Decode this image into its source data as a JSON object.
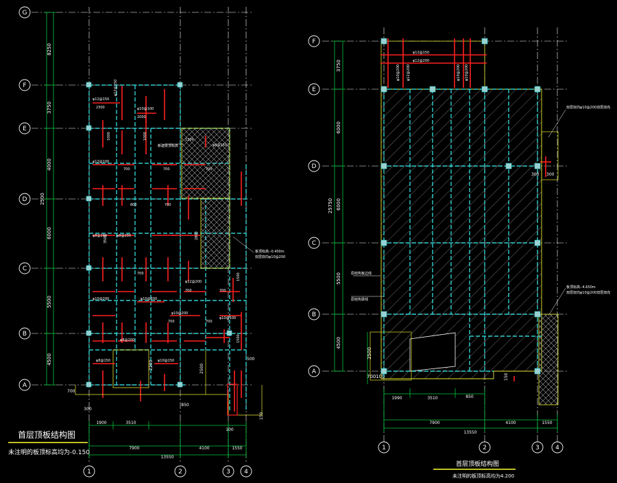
{
  "colors": {
    "background": "#000000",
    "axis": "#ffffff",
    "dim": "#00c83c",
    "beam": "#2fd0d0",
    "rebar": "#ff2020",
    "bubble": "#ffffff",
    "title": "#ffffff",
    "underline": "#ffff33",
    "label": "#ffffff",
    "hatch": "#9a9a9a",
    "outline": "#e8e830"
  },
  "left_plan": {
    "row_axes": [
      "G",
      "F",
      "E",
      "D",
      "C",
      "B",
      "A"
    ],
    "col_axes": [
      "1",
      "2",
      "3",
      "4"
    ],
    "vert_dims": [
      "8250",
      "3750",
      "4000",
      "2500",
      "6000",
      "5500",
      "4500"
    ],
    "bottom_dims_row1": [
      "1900",
      "3510",
      "850",
      "300",
      "100"
    ],
    "bottom_dims_row2": [
      "7900",
      "4100",
      "1550"
    ],
    "bottom_total": "13550",
    "extra_dims": [
      "700",
      "300",
      "2500",
      "2200",
      "150",
      "500"
    ],
    "rebar_labels": [
      "φ12@150",
      "φ12@100",
      "φ8@200",
      "φ10@200",
      "φ10@150",
      "φ8@150",
      "φ10@100",
      "φ12@200"
    ],
    "span_labels": [
      "2300",
      "2000",
      "1000",
      "700",
      "800",
      "1500",
      "1200",
      "2800",
      "3500"
    ],
    "note_top": "新建梁顶标高",
    "note_mid_1": "板顶标高:-0.400m",
    "note_mid_2": "双层双向φ10@200",
    "title": "首层顶板结构图",
    "subtitle": "未注明的板顶标高均为-0.150"
  },
  "right_plan": {
    "row_axes": [
      "F",
      "E",
      "D",
      "C",
      "B",
      "A"
    ],
    "col_axes": [
      "1",
      "2",
      "3",
      "4"
    ],
    "vert_dims": [
      "3750",
      "6000",
      "6000",
      "5500",
      "4500",
      "2500"
    ],
    "vert_total": "25750",
    "left_small_dims": [
      "700",
      "100"
    ],
    "bottom_dims_row1": [
      "1990",
      "3510",
      "850"
    ],
    "bottom_dims_row2": [
      "7900",
      "4100",
      "1550"
    ],
    "bottom_total": "13550",
    "small_dims": [
      "300",
      "300",
      "150"
    ],
    "rebar_labels": [
      "φ12@150",
      "φ12@200",
      "φ10@200",
      "φ10@200",
      "φ10@200",
      "φ12@200"
    ],
    "note_right_top": "双层双向φ10@200双层双向",
    "note_right_mid_1": "板顶标高:-4.650m",
    "note_right_mid_2": "双层双向φ10@200双层双向",
    "note_left_1": "原结构板边线",
    "note_left_2": "原结构梁线",
    "title": "首层顶板结构图",
    "subtitle": "未注明的板顶标高均为4.200"
  }
}
